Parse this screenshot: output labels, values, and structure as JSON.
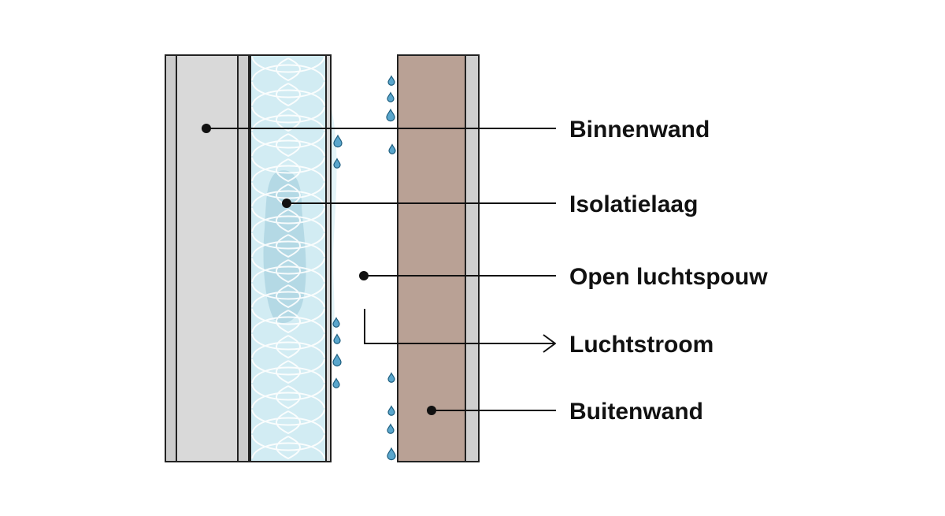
{
  "labels": {
    "binnenwand": "Binnenwand",
    "isolatielaag": "Isolatielaag",
    "open_luchtspouw": "Open luchtspouw",
    "luchtstroom": "Luchtstroom",
    "buitenwand": "Buitenwand"
  },
  "icons": {
    "droplet": "droplet-icon",
    "arrow": "arrow-right-icon"
  },
  "colors": {
    "inner_wall": "#d9d9d9",
    "inner_wall_edge": "#cccccc",
    "insulation": "#d2ecf3",
    "insulation_stain": "#a9d3e0",
    "cavity_leaf": "#d7d7d7",
    "outer_wall": "#b9a195",
    "outer_wall_edge": "#cfcfcf",
    "droplet": "#5aa6cc",
    "line": "#111111"
  }
}
